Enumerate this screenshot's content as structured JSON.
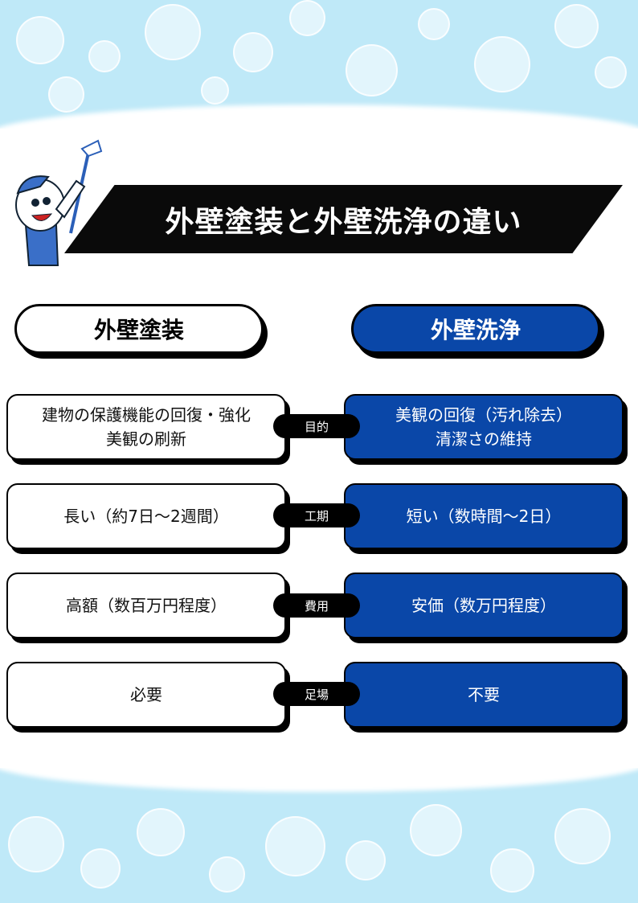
{
  "title": "外壁塗装と外壁洗浄の違い",
  "columns": {
    "left": "外壁塗装",
    "right": "外壁洗浄"
  },
  "rows": [
    {
      "label": "目的",
      "left": [
        "建物の保護機能の回復・強化",
        "美観の刷新"
      ],
      "right": [
        "美観の回復（汚れ除去）",
        "清潔さの維持"
      ]
    },
    {
      "label": "工期",
      "left": [
        "長い（約7日〜2週間）"
      ],
      "right": [
        "短い（数時間〜2日）"
      ]
    },
    {
      "label": "費用",
      "left": [
        "高額（数百万円程度）"
      ],
      "right": [
        "安価（数万円程度）"
      ]
    },
    {
      "label": "足場",
      "left": [
        "必要"
      ],
      "right": [
        "不要"
      ]
    }
  ],
  "colors": {
    "accent": "#0a47a8",
    "foam": "#bfe9f8"
  }
}
